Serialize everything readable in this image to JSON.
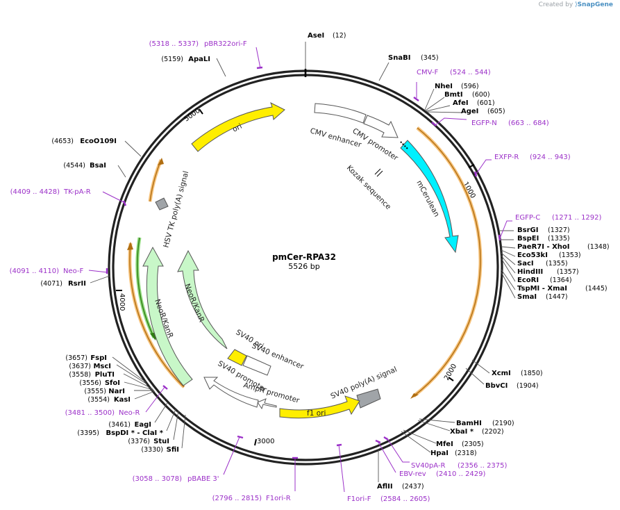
{
  "credit": {
    "prefix": "Created by",
    "brand": "SnapGene"
  },
  "plasmid": {
    "name": "pmCer-RPA32",
    "size": "5526 bp"
  },
  "ticks": [
    "1000",
    "2000",
    "3000",
    "4000",
    "5000"
  ],
  "colors": {
    "ring": "#222222",
    "enzyme_line": "#555555",
    "primer": "#9b30c8",
    "ori": "#ffee00",
    "mcerulean": "#00f0ff",
    "neo": "#c8f7c8",
    "promoter": "#ffffff",
    "polyA": "#a0a4a8",
    "orange_feature": "#e89b2c",
    "green_feature": "#3a9a1a"
  },
  "enzymes": [
    {
      "name": "AseI",
      "pos": "(12)"
    },
    {
      "name": "SnaBI",
      "pos": "(345)"
    },
    {
      "name": "NheI",
      "pos": "(596)"
    },
    {
      "name": "BmtI",
      "pos": "(600)"
    },
    {
      "name": "AfeI",
      "pos": "(601)"
    },
    {
      "name": "AgeI",
      "pos": "(605)"
    },
    {
      "name": "BsrGI",
      "pos": "(1327)"
    },
    {
      "name": "BspEI",
      "pos": "(1335)"
    },
    {
      "name": "PaeR7I - XhoI",
      "pos": "(1348)"
    },
    {
      "name": "Eco53kI",
      "pos": "(1353)"
    },
    {
      "name": "SacI",
      "pos": "(1355)"
    },
    {
      "name": "HindIII",
      "pos": "(1357)"
    },
    {
      "name": "EcoRI",
      "pos": "(1364)"
    },
    {
      "name": "TspMI - XmaI",
      "pos": "(1445)"
    },
    {
      "name": "SmaI",
      "pos": "(1447)"
    },
    {
      "name": "XcmI",
      "pos": "(1850)"
    },
    {
      "name": "BbvCI",
      "pos": "(1904)"
    },
    {
      "name": "BamHI",
      "pos": "(2190)"
    },
    {
      "name": "XbaI *",
      "pos": "(2202)"
    },
    {
      "name": "MfeI",
      "pos": "(2305)"
    },
    {
      "name": "HpaI",
      "pos": "(2318)"
    },
    {
      "name": "AflII",
      "pos": "(2437)"
    },
    {
      "name": "SfiI",
      "pos": "(3330)"
    },
    {
      "name": "StuI",
      "pos": "(3376)"
    },
    {
      "name": "BspDI * - ClaI *",
      "pos": "(3395)"
    },
    {
      "name": "EagI",
      "pos": "(3461)"
    },
    {
      "name": "KasI",
      "pos": "(3554)"
    },
    {
      "name": "NarI",
      "pos": "(3555)"
    },
    {
      "name": "SfoI",
      "pos": "(3556)"
    },
    {
      "name": "PluTI",
      "pos": "(3558)"
    },
    {
      "name": "MscI",
      "pos": "(3637)"
    },
    {
      "name": "FspI",
      "pos": "(3657)"
    },
    {
      "name": "RsrII",
      "pos": "(4071)"
    },
    {
      "name": "BsaI",
      "pos": "(4544)"
    },
    {
      "name": "EcoO109I",
      "pos": "(4653)"
    },
    {
      "name": "ApaLI",
      "pos": "(5159)"
    }
  ],
  "primers": [
    {
      "name": "pBR322ori-F",
      "range": "(5318 .. 5337)"
    },
    {
      "name": "CMV-F",
      "range": "(524 .. 544)"
    },
    {
      "name": "EGFP-N",
      "range": "(663 .. 684)"
    },
    {
      "name": "EXFP-R",
      "range": "(924 .. 943)"
    },
    {
      "name": "EGFP-C",
      "range": "(1271 .. 1292)"
    },
    {
      "name": "SV40pA-R",
      "range": "(2356 .. 2375)"
    },
    {
      "name": "EBV-rev",
      "range": "(2410 .. 2429)"
    },
    {
      "name": "F1ori-F",
      "range": "(2584 .. 2605)"
    },
    {
      "name": "F1ori-R",
      "range": "(2796 .. 2815)"
    },
    {
      "name": "pBABE 3'",
      "range": "(3058 .. 3078)"
    },
    {
      "name": "Neo-R",
      "range": "(3481 .. 3500)"
    },
    {
      "name": "Neo-F",
      "range": "(4091 .. 4110)"
    },
    {
      "name": "TK-pA-R",
      "range": "(4409 .. 4428)"
    }
  ],
  "features": [
    {
      "name": "ori"
    },
    {
      "name": "CMV enhancer"
    },
    {
      "name": "CMV promoter"
    },
    {
      "name": "Kozak sequence"
    },
    {
      "name": "mCerulean"
    },
    {
      "name": "SV40 poly(A) signal"
    },
    {
      "name": "f1 ori"
    },
    {
      "name": "AmpR promoter"
    },
    {
      "name": "SV40 promoter"
    },
    {
      "name": "SV40 enhancer"
    },
    {
      "name": "SV40 ori"
    },
    {
      "name": "NeoR/KanR"
    },
    {
      "name": "NeoR/KanR"
    },
    {
      "name": "HSV TK poly(A) signal"
    }
  ]
}
